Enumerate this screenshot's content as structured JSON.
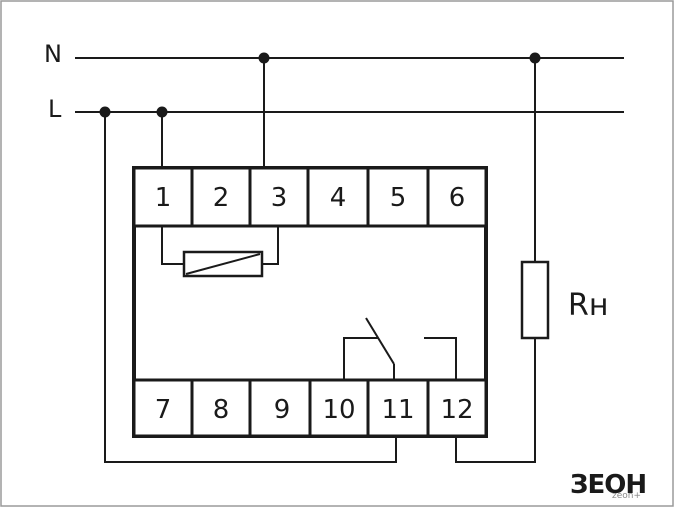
{
  "lines": {
    "neutral": "N",
    "live": "L"
  },
  "terminals_top": [
    "1",
    "2",
    "3",
    "4",
    "5",
    "6"
  ],
  "terminals_bottom": [
    "7",
    "8",
    "9",
    "10",
    "11",
    "12"
  ],
  "load": {
    "label": "Rн"
  },
  "logo": {
    "text": "ЗЕОН",
    "subtext": "zeon+"
  },
  "colors": {
    "ink": "#1a1a1a",
    "frame": "#9a9a9a",
    "background": "#ffffff"
  }
}
